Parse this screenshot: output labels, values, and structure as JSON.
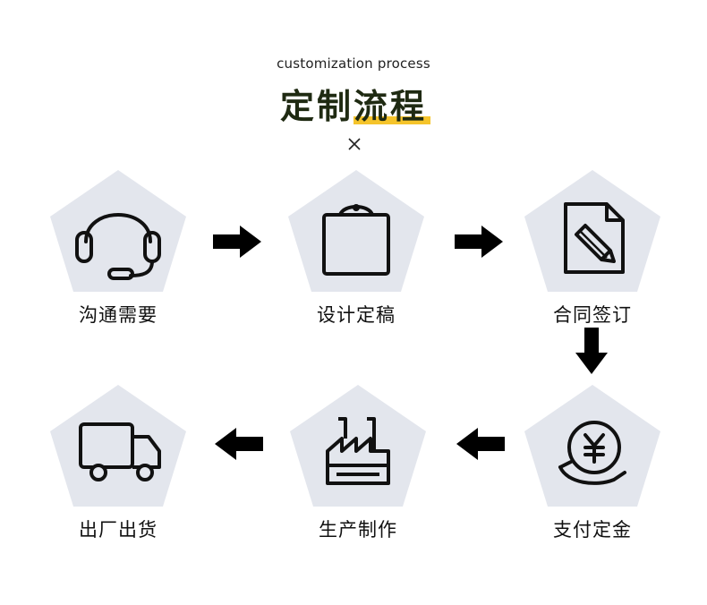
{
  "header": {
    "subtitle": "customization process",
    "title": "定制流程"
  },
  "steps": [
    {
      "label": "沟通需要",
      "icon": "headset-icon"
    },
    {
      "label": "设计定稿",
      "icon": "clipboard-icon"
    },
    {
      "label": "合同签订",
      "icon": "contract-pen-icon"
    },
    {
      "label": "支付定金",
      "icon": "yen-coin-hand-icon"
    },
    {
      "label": "生产制作",
      "icon": "factory-icon"
    },
    {
      "label": "出厂出货",
      "icon": "delivery-truck-icon"
    }
  ],
  "colors": {
    "pentagon": "#e3e6ed",
    "highlight": "#f5c42b",
    "icon": "#111111"
  }
}
